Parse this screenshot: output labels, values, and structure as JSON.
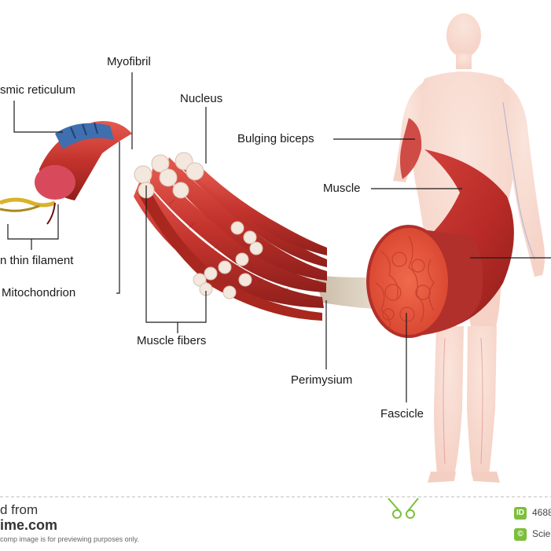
{
  "labels": {
    "sarcoplasmic_reticulum": "smic reticulum",
    "myofibril": "Myofibril",
    "nucleus": "Nucleus",
    "bulging_biceps": "Bulging biceps",
    "muscle": "Muscle",
    "thin_filament": "n thin filament",
    "mitochondrion": "Mitochondrion",
    "muscle_fibers": "Muscle fibers",
    "perimysium": "Perimysium",
    "fascicle": "Fascicle"
  },
  "footer": {
    "downloaded_from": "d from",
    "site": "ime.com",
    "disclaimer": "comp image is for previewing purposes only.",
    "id_badge": "ID",
    "id_value": "4688",
    "credit_badge": "©",
    "credit_value": "Scier"
  },
  "colors": {
    "muscle_red": "#c8322e",
    "muscle_dark": "#8e1f1c",
    "body_skin": "#f6cfc0",
    "tendon": "#d9ccb8",
    "fiber_end": "#f3e6dc",
    "reticulum_blue": "#3f6fae",
    "footer_green": "#7cbf3a"
  }
}
